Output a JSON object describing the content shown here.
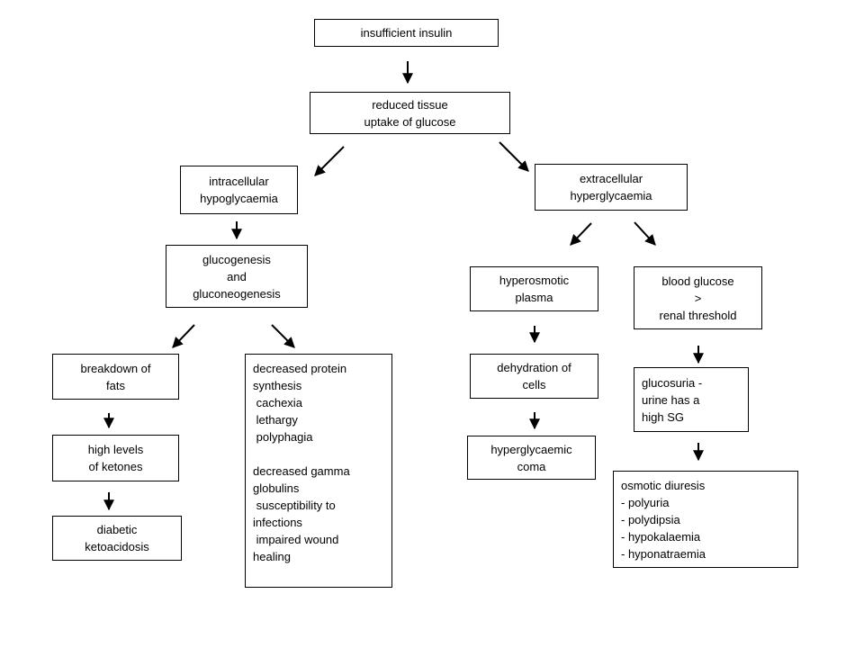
{
  "diagram": {
    "nodes": {
      "insufficient_insulin": [
        "insufficient insulin"
      ],
      "reduced_uptake": [
        "reduced tissue",
        "uptake of glucose"
      ],
      "intracellular": [
        "intracellular",
        "hypoglycaemia"
      ],
      "extracellular": [
        "extracellular",
        "hyperglycaemia"
      ],
      "glucogenesis": [
        "glucogenesis",
        "and",
        "gluconeogenesis"
      ],
      "hyperosmotic": [
        "hyperosmotic",
        "plasma"
      ],
      "blood_glucose": [
        "blood glucose",
        ">",
        "renal threshold"
      ],
      "breakdown_fats": [
        "breakdown of",
        "fats"
      ],
      "decreased_protein": [
        "decreased protein",
        "synthesis",
        " cachexia",
        " lethargy",
        " polyphagia",
        "",
        "decreased gamma",
        "globulins",
        " susceptibility to",
        "infections",
        " impaired wound",
        "healing"
      ],
      "dehydration": [
        "dehydration of",
        "cells"
      ],
      "glucosuria": [
        "glucosuria -",
        "urine has a",
        "high SG"
      ],
      "high_ketones": [
        "high levels",
        "of ketones"
      ],
      "hyperglycaemic_coma": [
        "hyperglycaemic",
        "coma"
      ],
      "diabetic_ketoacidosis": [
        "diabetic",
        "ketoacidosis"
      ],
      "osmotic_diuresis": [
        "osmotic diuresis",
        "- polyuria",
        "- polydipsia",
        "- hypokalaemia",
        "- hyponatraemia"
      ]
    },
    "edges": [
      [
        "insufficient_insulin",
        "reduced_uptake"
      ],
      [
        "reduced_uptake",
        "intracellular"
      ],
      [
        "reduced_uptake",
        "extracellular"
      ],
      [
        "intracellular",
        "glucogenesis"
      ],
      [
        "extracellular",
        "hyperosmotic"
      ],
      [
        "extracellular",
        "blood_glucose"
      ],
      [
        "glucogenesis",
        "breakdown_fats"
      ],
      [
        "glucogenesis",
        "decreased_protein"
      ],
      [
        "breakdown_fats",
        "high_ketones"
      ],
      [
        "high_ketones",
        "diabetic_ketoacidosis"
      ],
      [
        "hyperosmotic",
        "dehydration"
      ],
      [
        "dehydration",
        "hyperglycaemic_coma"
      ],
      [
        "blood_glucose",
        "glucosuria"
      ],
      [
        "glucosuria",
        "osmotic_diuresis"
      ]
    ]
  }
}
